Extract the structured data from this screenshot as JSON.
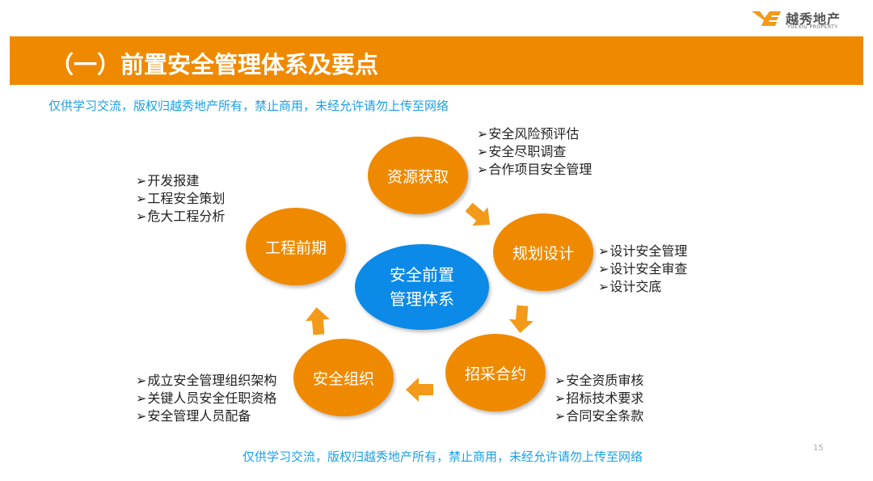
{
  "header": {
    "title": "（一）前置安全管理体系及要点",
    "logo_cn": "越秀地产",
    "logo_en": "YUEXIU PROPERTY"
  },
  "center": {
    "line1": "安全前置",
    "line2": "管理体系"
  },
  "nodes": [
    {
      "label": "资源获取",
      "items": [
        "安全风险预评估",
        "安全尽职调查",
        "合作项目安全管理"
      ]
    },
    {
      "label": "规划设计",
      "items": [
        "设计安全管理",
        "设计安全审查",
        "设计交底"
      ]
    },
    {
      "label": "招采合约",
      "items": [
        "安全资质审核",
        "招标技术要求",
        "合同安全条款"
      ]
    },
    {
      "label": "安全组织",
      "items": [
        "成立安全管理组织架构",
        "关键人员安全任职资格",
        "安全管理人员配备"
      ]
    },
    {
      "label": "工程前期",
      "items": [
        "开发报建",
        "工程安全策划",
        "危大工程分析"
      ]
    }
  ],
  "watermark": "仅供学习交流，版权归越秀地产所有，禁止商用，未经允许请勿上传至网络",
  "page_number": "15",
  "colors": {
    "orange": "#ef8a00",
    "blue": "#0b8ae8",
    "watermark": "#1aa0e8"
  }
}
